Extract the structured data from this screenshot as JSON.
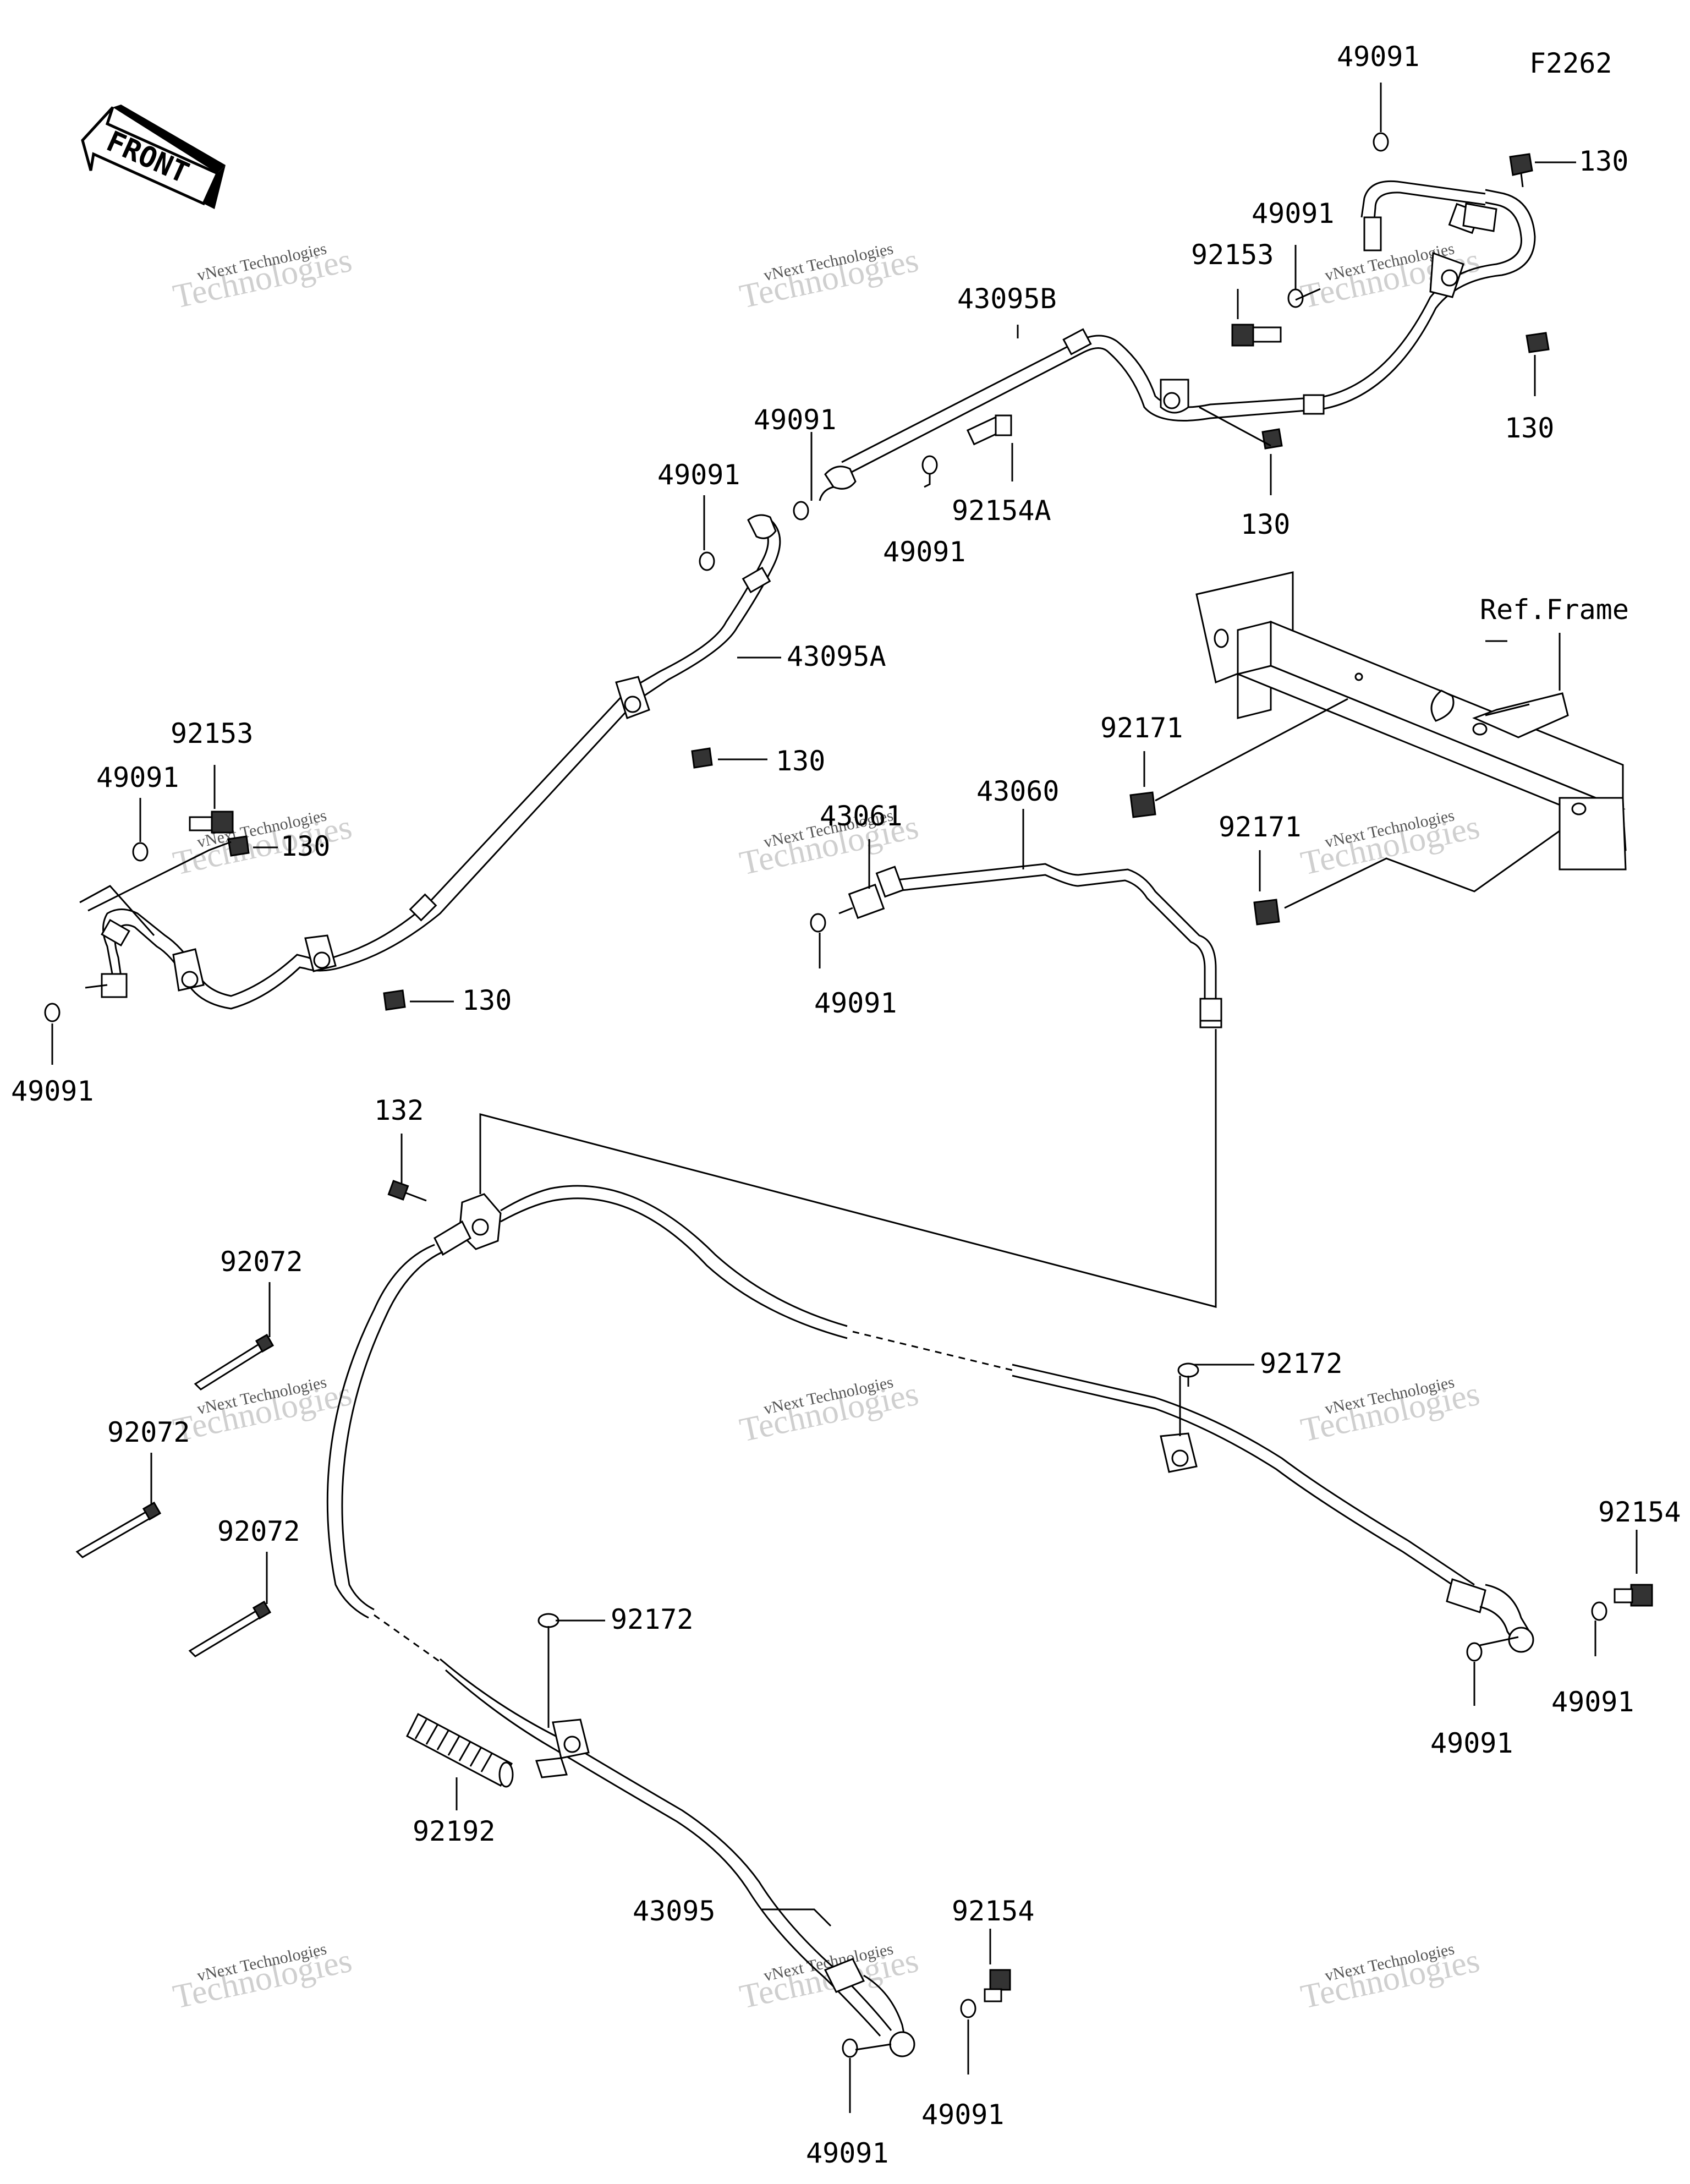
{
  "diagram": {
    "figure_code": "F2262",
    "direction_badge": "FRONT",
    "reference_label": "Ref.Frame",
    "watermark": {
      "line1": "vNext Technologies",
      "line2": "Technologies",
      "line3": "vNext"
    },
    "callouts": {
      "c01": "49091",
      "c02": "130",
      "c03": "49091",
      "c04": "92153",
      "c05": "130",
      "c06": "43095B",
      "c07": "49091",
      "c08": "49091",
      "c09": "92154A",
      "c10": "49091",
      "c11": "130",
      "c12": "43095A",
      "c13": "92153",
      "c14": "49091",
      "c15": "130",
      "c16": "130",
      "c17": "130",
      "c18": "49091",
      "c19": "43061",
      "c20": "43060",
      "c21": "49091",
      "c22": "92171",
      "c23": "92171",
      "c24": "132",
      "c25": "92072",
      "c26": "92072",
      "c27": "92072",
      "c28": "92172",
      "c29": "92154",
      "c30": "49091",
      "c31": "49091",
      "c32": "92172",
      "c33": "92192",
      "c34": "43095",
      "c35": "92154",
      "c36": "49091",
      "c37": "49091"
    }
  }
}
